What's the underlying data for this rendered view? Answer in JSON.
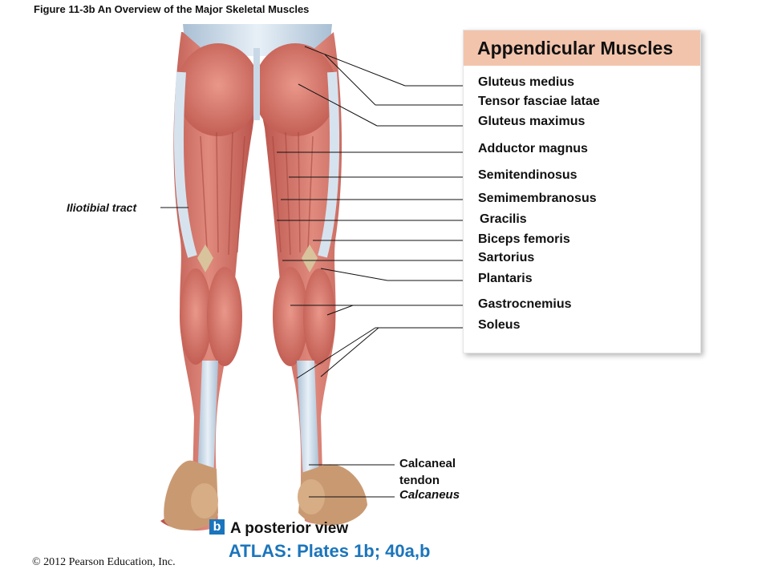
{
  "figure_title": "Figure 11-3b  An Overview of the Major Skeletal Muscles",
  "panel": {
    "title": "Appendicular Muscles",
    "labels": [
      "Gluteus medius",
      "Tensor fasciae latae",
      "Gluteus maximus",
      "Adductor magnus",
      "Semitendinosus",
      "Semimembranosus",
      "Gracilis",
      "Biceps femoris",
      "Sartorius",
      "Plantaris",
      "Gastrocnemius",
      "Soleus"
    ]
  },
  "side_labels": {
    "iliotibial": "Iliotibial tract",
    "calcaneal_tendon": "Calcaneal tendon",
    "calcaneus": "Calcaneus"
  },
  "caption": {
    "badge": "b",
    "view": "A posterior view",
    "atlas": "ATLAS: Plates 1b; 40a,b"
  },
  "copyright": "© 2012 Pearson Education, Inc.",
  "colors": {
    "panel_header": "#f2c4ac",
    "atlas_blue": "#1b75bc",
    "muscle": "#d9786c",
    "tendon": "#c9d8e6",
    "skin": "#c99a72"
  }
}
